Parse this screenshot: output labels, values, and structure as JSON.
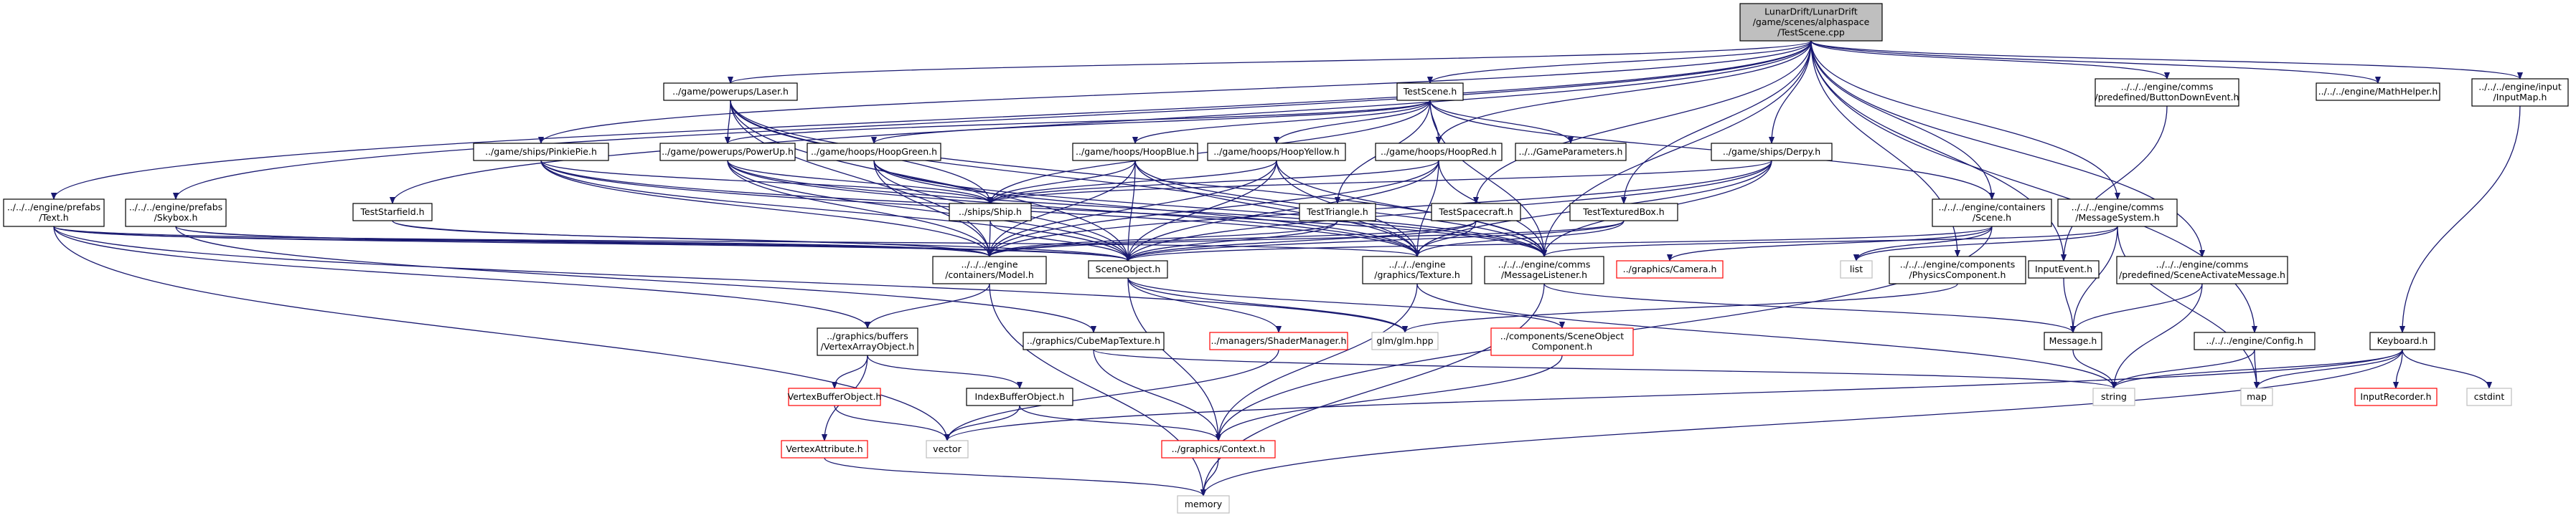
{
  "colors": {
    "normal_fill": "#ffffff",
    "normal_border": "#000000",
    "root_fill": "#bfbfbf",
    "missing_border": "#ff0000",
    "external_border": "#bfbfbf",
    "edge": "#191970"
  },
  "nodes": [
    {
      "id": "root",
      "style": "root",
      "lines": [
        "LunarDrift/LunarDrift",
        "/game/scenes/alphaspace",
        "/TestScene.cpp"
      ]
    },
    {
      "id": "laser",
      "style": "normal",
      "lines": [
        "../game/powerups/Laser.h"
      ]
    },
    {
      "id": "testscene",
      "style": "normal",
      "lines": [
        "TestScene.h"
      ]
    },
    {
      "id": "btndown",
      "style": "normal",
      "lines": [
        "../../../engine/comms",
        "/predefined/ButtonDownEvent.h"
      ]
    },
    {
      "id": "mathhelper",
      "style": "normal",
      "lines": [
        "../../../engine/MathHelper.h"
      ]
    },
    {
      "id": "inputmap",
      "style": "normal",
      "lines": [
        "../../../engine/input",
        "/InputMap.h"
      ]
    },
    {
      "id": "text",
      "style": "normal",
      "lines": [
        "../../../engine/prefabs",
        "/Text.h"
      ]
    },
    {
      "id": "skybox",
      "style": "normal",
      "lines": [
        "../../../engine/prefabs",
        "/Skybox.h"
      ]
    },
    {
      "id": "pinkiepie",
      "style": "normal",
      "lines": [
        "../game/ships/PinkiePie.h"
      ]
    },
    {
      "id": "teststarfield",
      "style": "normal",
      "lines": [
        "TestStarfield.h"
      ]
    },
    {
      "id": "powerup",
      "style": "normal",
      "lines": [
        "../game/powerups/PowerUp.h"
      ]
    },
    {
      "id": "hoopgreen",
      "style": "normal",
      "lines": [
        "../game/hoops/HoopGreen.h"
      ]
    },
    {
      "id": "hoopblue",
      "style": "normal",
      "lines": [
        "../game/hoops/HoopBlue.h"
      ]
    },
    {
      "id": "hoopyellow",
      "style": "normal",
      "lines": [
        "../game/hoops/HoopYellow.h"
      ]
    },
    {
      "id": "hoopred",
      "style": "normal",
      "lines": [
        "../game/hoops/HoopRed.h"
      ]
    },
    {
      "id": "gameparams",
      "style": "normal",
      "lines": [
        "../../GameParameters.h"
      ]
    },
    {
      "id": "derpy",
      "style": "normal",
      "lines": [
        "../game/ships/Derpy.h"
      ]
    },
    {
      "id": "containersscene",
      "style": "normal",
      "lines": [
        "../../../engine/containers",
        "/Scene.h"
      ]
    },
    {
      "id": "msgsystem",
      "style": "normal",
      "lines": [
        "../../../engine/comms",
        "/MessageSystem.h"
      ]
    },
    {
      "id": "ship",
      "style": "normal",
      "lines": [
        "../ships/Ship.h"
      ]
    },
    {
      "id": "testtriangle",
      "style": "normal",
      "lines": [
        "TestTriangle.h"
      ]
    },
    {
      "id": "testspacecraft",
      "style": "normal",
      "lines": [
        "TestSpacecraft.h"
      ]
    },
    {
      "id": "testtexturedbox",
      "style": "normal",
      "lines": [
        "TestTexturedBox.h"
      ]
    },
    {
      "id": "model",
      "style": "normal",
      "lines": [
        "../../../engine",
        "/containers/Model.h"
      ]
    },
    {
      "id": "sceneobject",
      "style": "normal",
      "lines": [
        "SceneObject.h"
      ]
    },
    {
      "id": "texture",
      "style": "normal",
      "lines": [
        "../../../engine",
        "/graphics/Texture.h"
      ]
    },
    {
      "id": "msglistener",
      "style": "normal",
      "lines": [
        "../../../engine/comms",
        "/MessageListener.h"
      ]
    },
    {
      "id": "camera",
      "style": "missing",
      "lines": [
        "../graphics/Camera.h"
      ]
    },
    {
      "id": "list",
      "style": "external",
      "lines": [
        "list"
      ]
    },
    {
      "id": "physcomp",
      "style": "normal",
      "lines": [
        "../../../engine/components",
        "/PhysicsComponent.h"
      ]
    },
    {
      "id": "inputevent",
      "style": "normal",
      "lines": [
        "InputEvent.h"
      ]
    },
    {
      "id": "sceneactivate",
      "style": "normal",
      "lines": [
        "../../../engine/comms",
        "/predefined/SceneActivateMessage.h"
      ]
    },
    {
      "id": "vao",
      "style": "normal",
      "lines": [
        "../graphics/buffers",
        "/VertexArrayObject.h"
      ]
    },
    {
      "id": "cubemap",
      "style": "normal",
      "lines": [
        "../graphics/CubeMapTexture.h"
      ]
    },
    {
      "id": "shadermgr",
      "style": "missing",
      "lines": [
        "../managers/ShaderManager.h"
      ]
    },
    {
      "id": "glm",
      "style": "external",
      "lines": [
        "glm/glm.hpp"
      ]
    },
    {
      "id": "sceneobjcomp",
      "style": "missing",
      "lines": [
        "../components/SceneObject",
        "Component.h"
      ]
    },
    {
      "id": "message",
      "style": "normal",
      "lines": [
        "Message.h"
      ]
    },
    {
      "id": "config",
      "style": "normal",
      "lines": [
        "../../../engine/Config.h"
      ]
    },
    {
      "id": "keyboard",
      "style": "normal",
      "lines": [
        "Keyboard.h"
      ]
    },
    {
      "id": "vbo",
      "style": "missing",
      "lines": [
        "VertexBufferObject.h"
      ]
    },
    {
      "id": "ibo",
      "style": "normal",
      "lines": [
        "IndexBufferObject.h"
      ]
    },
    {
      "id": "string",
      "style": "external",
      "lines": [
        "string"
      ]
    },
    {
      "id": "map",
      "style": "external",
      "lines": [
        "map"
      ]
    },
    {
      "id": "inputrecorder",
      "style": "missing",
      "lines": [
        "InputRecorder.h"
      ]
    },
    {
      "id": "cstdint",
      "style": "external",
      "lines": [
        "cstdint"
      ]
    },
    {
      "id": "vertexattr",
      "style": "missing",
      "lines": [
        "VertexAttribute.h"
      ]
    },
    {
      "id": "vector",
      "style": "external",
      "lines": [
        "vector"
      ]
    },
    {
      "id": "context",
      "style": "missing",
      "lines": [
        "../graphics/Context.h"
      ]
    },
    {
      "id": "memory",
      "style": "external",
      "lines": [
        "memory"
      ]
    }
  ]
}
